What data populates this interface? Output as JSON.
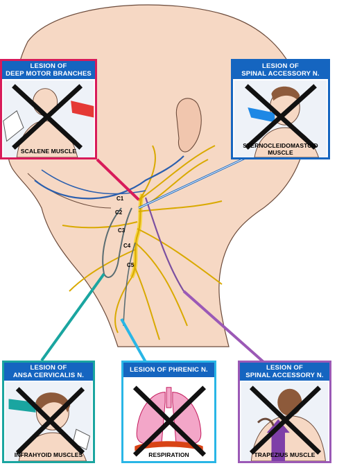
{
  "nerve_labels": [
    "C1",
    "C2",
    "C3",
    "C4",
    "C5"
  ],
  "panels": {
    "deep_motor": {
      "title_line1": "LESION OF",
      "title_line2": "DEEP MOTOR BRANCHES",
      "caption": "SCALENE MUSCLE",
      "color": "#d81b5a",
      "header_color": "#1565c0"
    },
    "spinal_accessory_scm": {
      "title_line1": "LESION OF",
      "title_line2": "SPINAL ACCESSORY N.",
      "caption_line1": "STERNOCLEIDOMASTOID",
      "caption_line2": "MUSCLE",
      "color": "#1565c0"
    },
    "ansa": {
      "title_line1": "LESION OF",
      "title_line2": "ANSA CERVICALIS N.",
      "caption": "INFRAHYOID MUSCLES",
      "color": "#1aa5a0",
      "header_color": "#1565c0"
    },
    "phrenic": {
      "title": "LESION OF PHRENIC N.",
      "caption": "RESPIRATION",
      "color": "#29b6e6",
      "header_color": "#1565c0"
    },
    "spinal_accessory_trap": {
      "title_line1": "LESION OF",
      "title_line2": "SPINAL ACCESSORY N.",
      "caption": "TRAPEZIUS MUSCLE",
      "color": "#9b59b6",
      "header_color": "#1565c0"
    }
  },
  "colors": {
    "skin": "#f6d8c4",
    "skin_outline": "#6b4a3a",
    "plexus_yellow": "#f5d442",
    "nerve_blue": "#2b5fae",
    "nerve_purple": "#7b4fa0",
    "nerve_red": "#c0392b",
    "x_mark": "#111111"
  }
}
